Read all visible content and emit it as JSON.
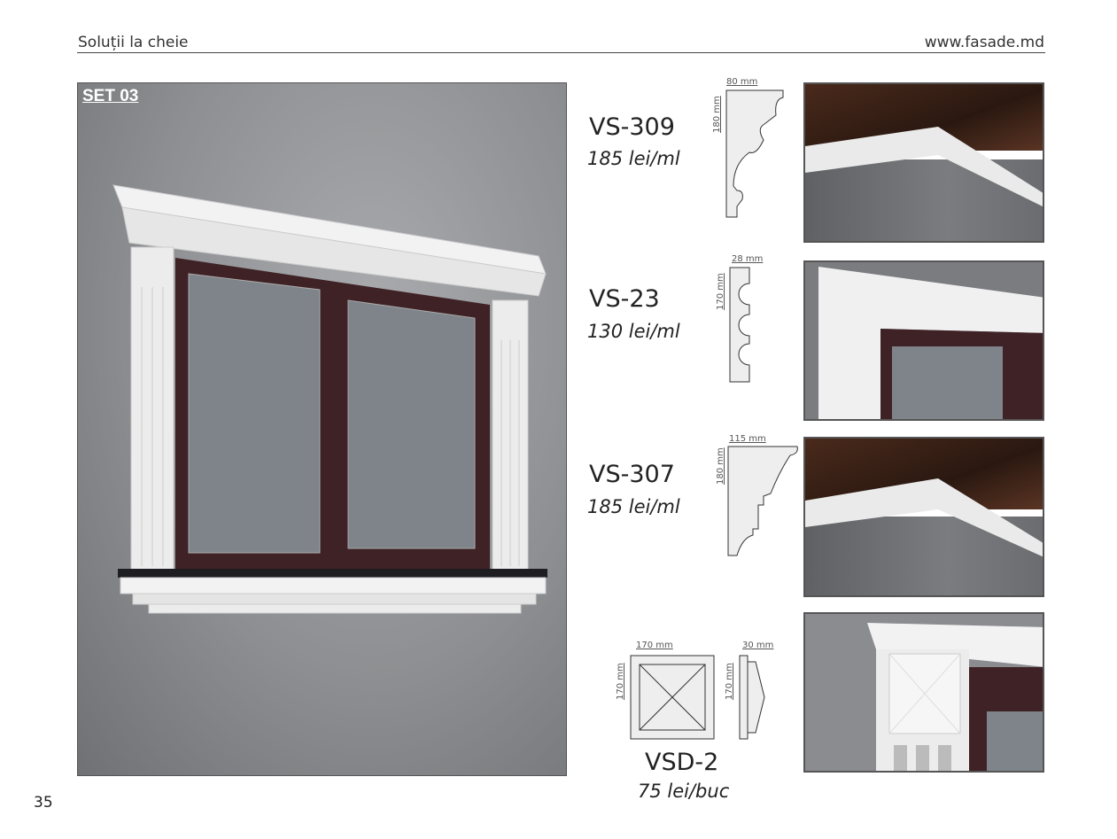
{
  "header": {
    "left": "Soluții la cheie",
    "right": "www.fasade.md"
  },
  "page_number": "35",
  "main_image": {
    "label": "SET 03"
  },
  "products": [
    {
      "code": "VS-309",
      "price": "185 lei/ml",
      "width": "80 mm",
      "height": "180 mm"
    },
    {
      "code": "VS-23",
      "price": "130 lei/ml",
      "width": "28 mm",
      "height": "170 mm"
    },
    {
      "code": "VS-307",
      "price": "185 lei/ml",
      "width": "115 mm",
      "height": "180 mm"
    },
    {
      "code": "VSD-2",
      "price": "75 lei/buc",
      "width": "170 mm",
      "height": "170 mm",
      "depth": "30 mm",
      "side_height": "170 mm"
    }
  ]
}
